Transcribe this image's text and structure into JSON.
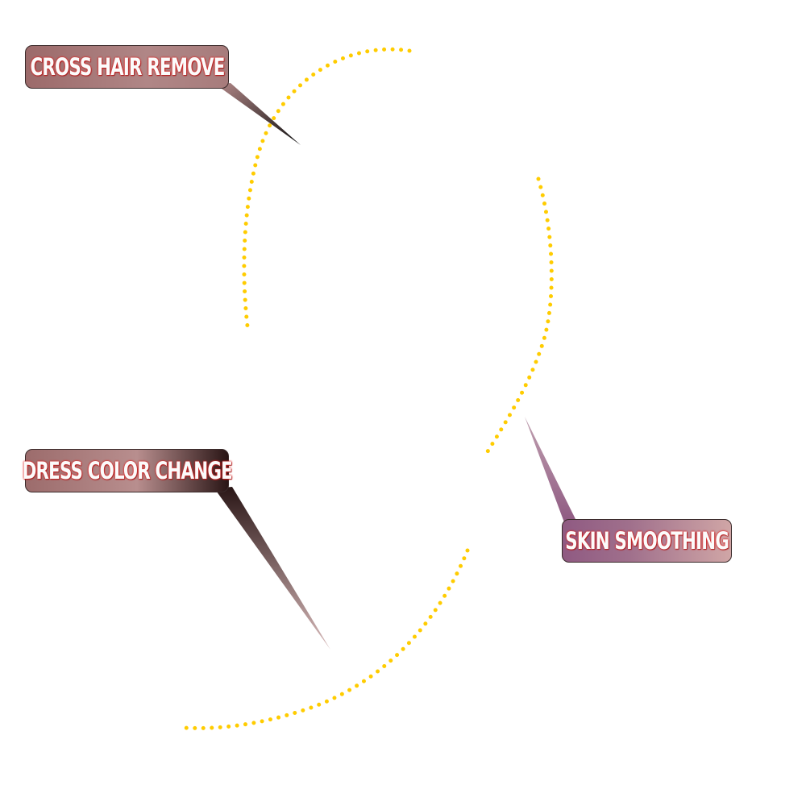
{
  "callouts": [
    {
      "label": "CROSS HAIR REMOVE"
    },
    {
      "label": "DRESS COLOR CHANGE"
    },
    {
      "label": "SKIN SMOOTHING"
    }
  ],
  "colors": {
    "dots": "#ffcc00",
    "label_bg": "#b08686",
    "skin_label_bg": "#9a6a8c",
    "text_glow": "#e02020"
  }
}
